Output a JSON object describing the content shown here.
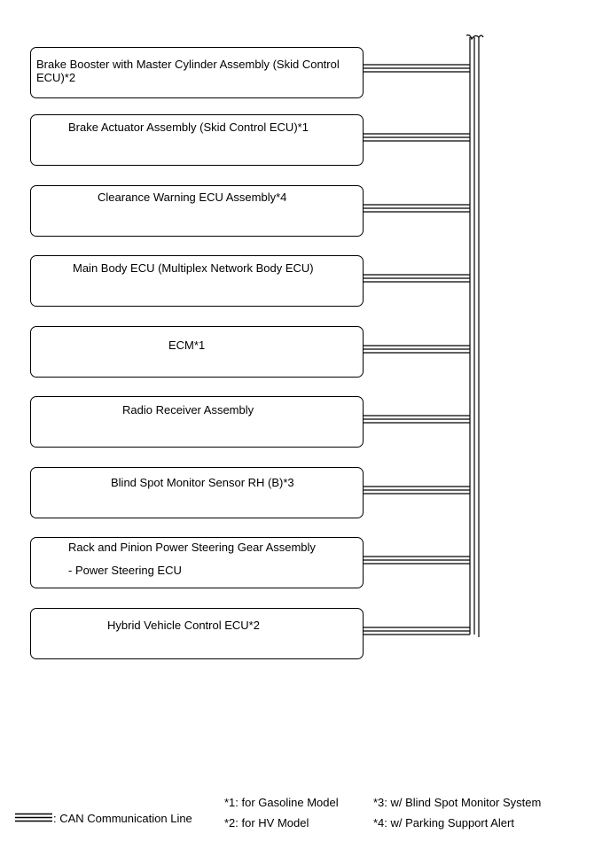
{
  "ecus": [
    {
      "label": "Brake Booster with Master Cylinder Assembly (Skid Control ECU)*2",
      "sub": ""
    },
    {
      "label": "Brake Actuator Assembly (Skid Control ECU)*1",
      "sub": ""
    },
    {
      "label": "Clearance Warning ECU Assembly*4",
      "sub": ""
    },
    {
      "label": "Main Body ECU (Multiplex Network Body ECU)",
      "sub": ""
    },
    {
      "label": "ECM*1",
      "sub": ""
    },
    {
      "label": "Radio Receiver Assembly",
      "sub": ""
    },
    {
      "label": "Blind Spot Monitor Sensor RH (B)*3",
      "sub": ""
    },
    {
      "label": "Rack and Pinion Power Steering Gear Assembly",
      "sub": "- Power Steering ECU"
    },
    {
      "label": "Hybrid Vehicle Control ECU*2",
      "sub": ""
    }
  ],
  "legend": {
    "can_line": ": CAN Communication Line",
    "note1": "*1: for Gasoline Model",
    "note2": "*2: for HV Model",
    "note3": "*3: w/ Blind Spot Monitor System",
    "note4": "*4: w/ Parking Support Alert"
  }
}
